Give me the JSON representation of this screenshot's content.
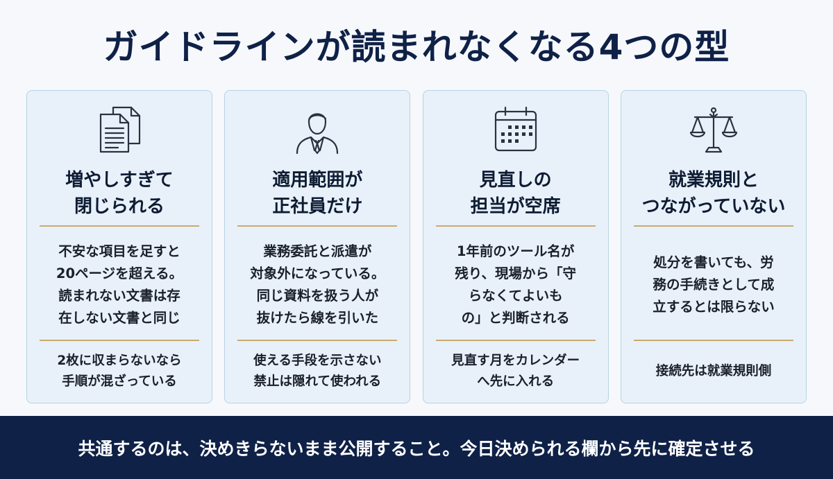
{
  "title": "ガイドラインが読まれなくなる4つの型",
  "colors": {
    "navy": "#0f2147",
    "card_bg": "#e8f1f9",
    "card_border": "#b7d2e4",
    "divider_gold": "#c9a970"
  },
  "cards": [
    {
      "icon": "documents-icon",
      "title_lines": [
        "増やしすぎて",
        "閉じられる"
      ],
      "body_lines": [
        "不安な項目を足すと",
        "20ページを超える。",
        "読まれない文書は存",
        "在しない文書と同じ"
      ],
      "note_lines": [
        "2枚に収まらないなら",
        "手順が混ざっている"
      ]
    },
    {
      "icon": "businessperson-icon",
      "title_lines": [
        "適用範囲が",
        "正社員だけ"
      ],
      "body_lines": [
        "業務委託と派遣が",
        "対象外になっている。",
        "同じ資料を扱う人が",
        "抜けたら線を引いた"
      ],
      "note_lines": [
        "使える手段を示さない",
        "禁止は隠れて使われる"
      ]
    },
    {
      "icon": "calendar-icon",
      "title_lines": [
        "見直しの",
        "担当が空席"
      ],
      "body_lines": [
        "1年前のツール名が",
        "残り、現場から「守",
        "らなくてよいも",
        "の」と判断される"
      ],
      "note_lines": [
        "見直す月をカレンダー",
        "へ先に入れる"
      ]
    },
    {
      "icon": "scales-icon",
      "title_lines": [
        "就業規則と",
        "つながっていない"
      ],
      "body_lines": [
        "処分を書いても、労",
        "務の手続きとして成",
        "立するとは限らない"
      ],
      "note_lines": [
        "接続先は就業規則側"
      ]
    }
  ],
  "footer": "共通するのは、決めきらないまま公開すること。今日決められる欄から先に確定させる"
}
